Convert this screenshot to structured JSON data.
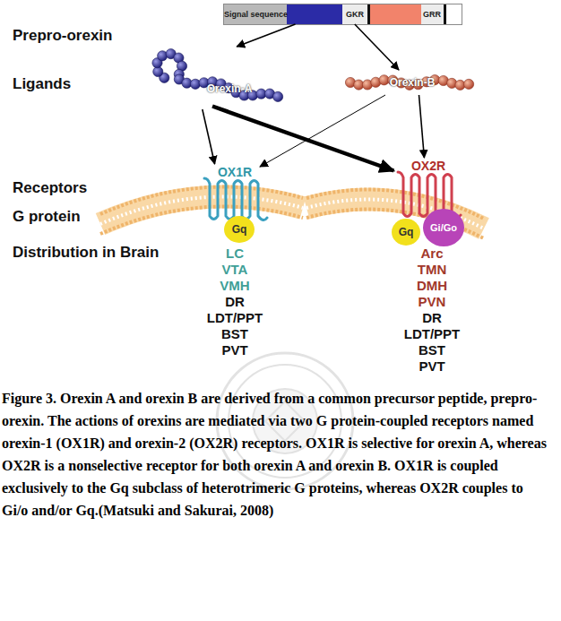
{
  "diagram": {
    "caption": "Figure 3. Orexin A and orexin B are derived from a common precursor peptide, prepro-orexin. The actions of orexins are mediated via two G protein-coupled receptors named orexin-1 (OX1R) and orexin-2 (OX2R) receptors. OX1R is selective for orexin A, whereas OX2R is a nonselective receptor for both orexin A and orexin B. OX1R is coupled exclusively to the Gq subclass of heterotrimeric G proteins, whereas OX2R couples to Gi/o and/or Gq.(Matsuki and Sakurai, 2008)",
    "nodes": [
      {
        "text": [
          "Signal sequence",
          "GKR",
          "GRR"
        ]
      },
      {
        "text": [
          "Orexin-A"
        ]
      },
      {
        "text": [
          "Orexin-B"
        ]
      },
      {
        "text": [
          "OX1R"
        ]
      },
      {
        "text": [
          "OX2R"
        ]
      },
      {
        "text": [
          "Gq"
        ]
      },
      {
        "text": [
          "Gq"
        ]
      },
      {
        "text": [
          "Gi/Go"
        ]
      }
    ],
    "edges": [
      {
        "from": 0,
        "to": 1,
        "arrow": "to"
      },
      {
        "from": 0,
        "to": 2,
        "arrow": "to"
      },
      {
        "from": 1,
        "to": 3,
        "arrow": "to"
      },
      {
        "from": 1,
        "to": 4,
        "arrow": "to"
      },
      {
        "from": 2,
        "to": 4,
        "arrow": "to"
      },
      {
        "from": 2,
        "to": 3,
        "arrow": "to"
      }
    ],
    "labels": [
      "Prepro-orexin",
      "Ligands",
      "Receptors",
      "G protein",
      "Distribution in Brain",
      "LC",
      "VTA",
      "VMH",
      "DR",
      "LDT/PPT",
      "BST",
      "PVT",
      "Arc",
      "TMN",
      "DMH",
      "PVN",
      "DR",
      "LDT/PPT",
      "BST",
      "PVT"
    ]
  }
}
